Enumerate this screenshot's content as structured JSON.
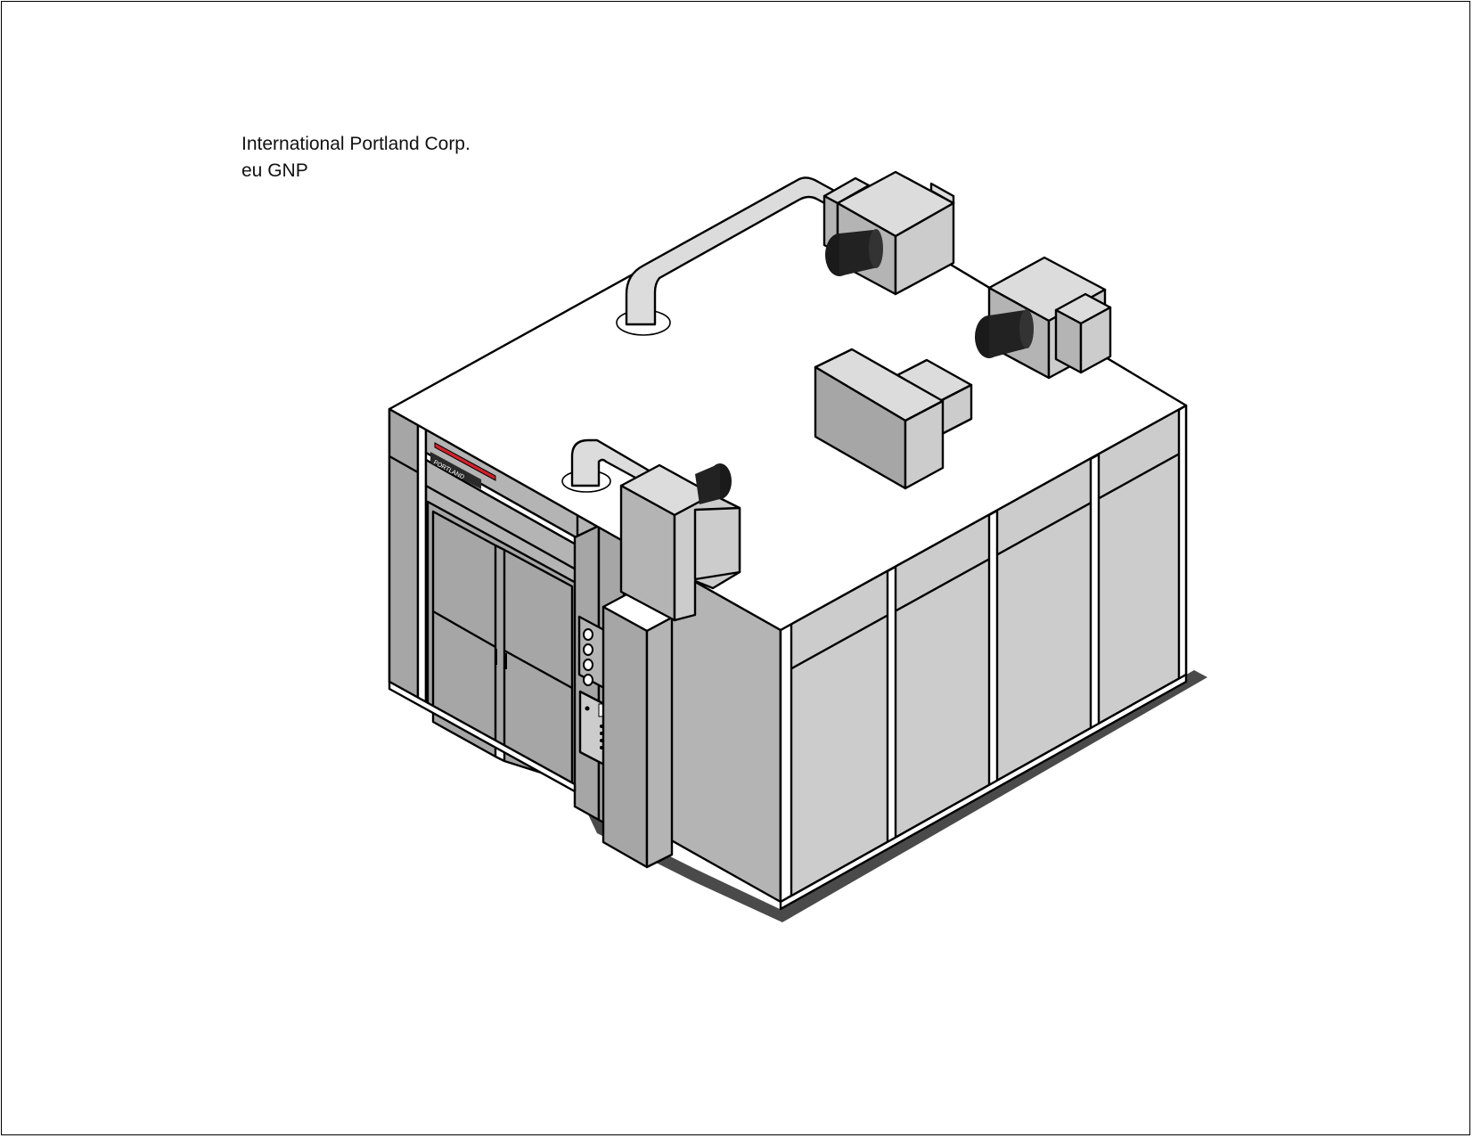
{
  "caption": {
    "line1": "International Portland Corp.",
    "line2": "eu GNP"
  },
  "illustration": {
    "subject": "isometric enclosure booth with roof-mounted air handling units",
    "colors": {
      "roof": "#ffffff",
      "panel_light": "#cccccc",
      "panel_mid": "#b4b4b4",
      "panel_dark": "#a6a6a6",
      "duct": "#dcdcdc",
      "shadow": "#4a4a4a",
      "accent_stripe": "#d0212b",
      "fan_outlet": "#1a1a1a",
      "outline": "#000000"
    },
    "components": [
      "roof-panel",
      "front-left-wall-with-double-doors",
      "front-right-wall-panels",
      "control-panel",
      "exhaust-duct-with-elbow",
      "air-handler-unit-top",
      "air-handler-unit-right",
      "air-handler-unit-front",
      "roof-box-unit",
      "floor-shadow"
    ]
  }
}
